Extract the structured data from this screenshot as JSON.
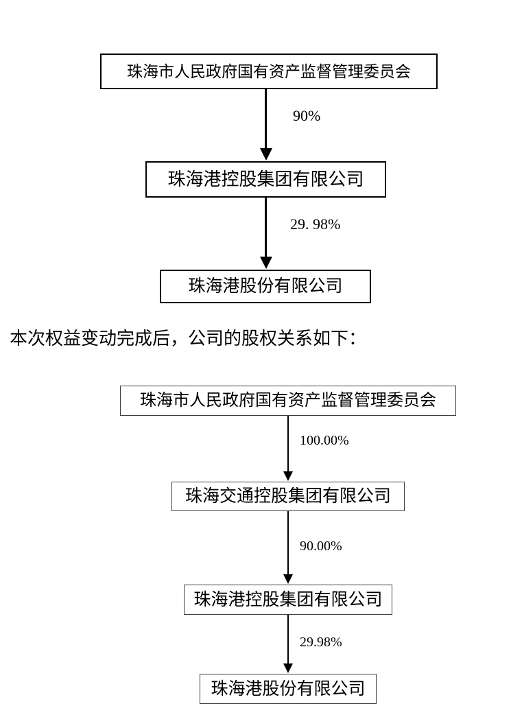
{
  "paragraph": {
    "text": "本次权益变动完成后，公司的股权关系如下："
  },
  "colors": {
    "box_border_before": "#000000",
    "box_border_after": "#3d3d3d",
    "line": "#000000",
    "text": "#000000",
    "background": "#ffffff"
  },
  "diagrams": [
    {
      "name": "equity-structure-before",
      "nodes": [
        {
          "label": "珠海市人民政府国有资产监督管理委员会"
        },
        {
          "label": "珠海港控股集团有限公司"
        },
        {
          "label": "珠海港股份有限公司"
        }
      ],
      "edges": [
        {
          "from": 0,
          "to": 1,
          "label": "90%"
        },
        {
          "from": 1,
          "to": 2,
          "label": "29. 98%"
        }
      ]
    },
    {
      "name": "equity-structure-after",
      "nodes": [
        {
          "label": "珠海市人民政府国有资产监督管理委员会"
        },
        {
          "label": "珠海交通控股集团有限公司"
        },
        {
          "label": "珠海港控股集团有限公司"
        },
        {
          "label": "珠海港股份有限公司"
        }
      ],
      "edges": [
        {
          "from": 0,
          "to": 1,
          "label": "100.00%"
        },
        {
          "from": 1,
          "to": 2,
          "label": "90.00%"
        },
        {
          "from": 2,
          "to": 3,
          "label": "29.98%"
        }
      ]
    }
  ]
}
